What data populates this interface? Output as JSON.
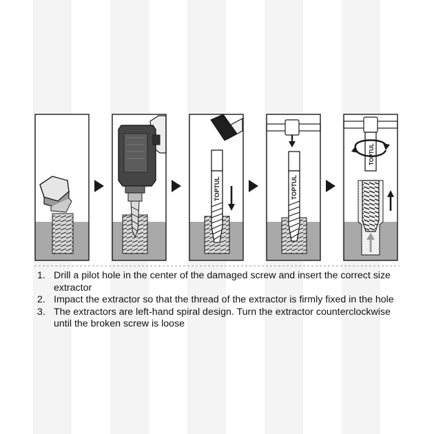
{
  "colors": {
    "stripe": "#f4f4f4",
    "outline": "#1a1a1a",
    "material": "#a9a9a9",
    "thread": "#d6d6d6",
    "drill_body": "#454545"
  },
  "icons": {
    "step_arrow": "right-pointing-triangle-arrow",
    "direction_arrow": "straight-arrow",
    "rotation": "counterclockwise-rotation-arrow"
  },
  "panels": [
    {
      "name": "broken-screw-panel"
    },
    {
      "name": "drill-panel"
    },
    {
      "name": "hammer-panel"
    },
    {
      "name": "tap-wrench-insert-panel"
    },
    {
      "name": "tap-wrench-turn-panel"
    }
  ],
  "extractor_brand": "TOPTUL",
  "instructions": [
    {
      "number": "1.",
      "text": "Drill a pilot hole in the center of the damaged screw and insert the correct size extractor"
    },
    {
      "number": "2.",
      "text": "Impact the extractor so that the thread of the extractor is firmly fixed in the hole"
    },
    {
      "number": "3.",
      "text": "The extractors are left-hand spiral design. Turn the extractor counterclockwise until the broken screw is loose"
    }
  ]
}
